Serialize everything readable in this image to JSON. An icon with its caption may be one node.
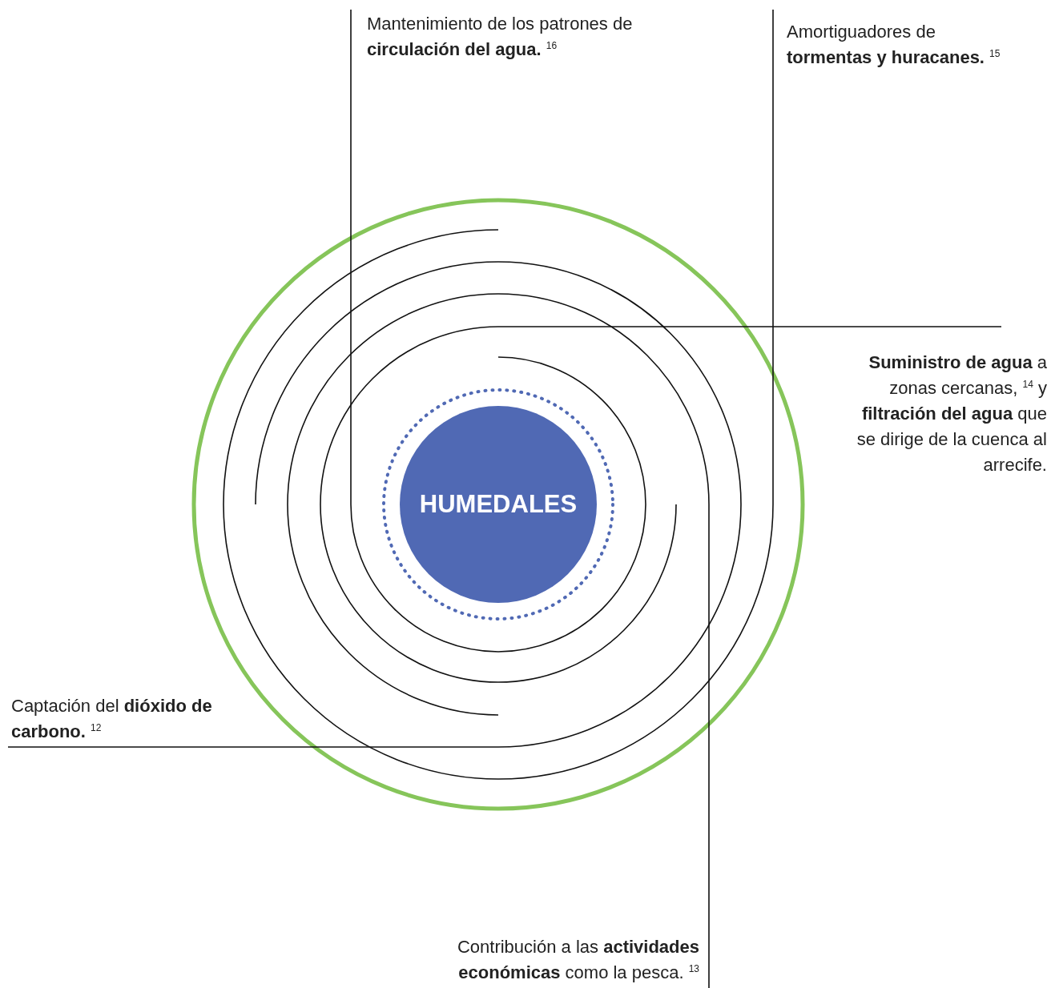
{
  "diagram": {
    "nodes": [
      {
        "text": [
          "Mantenimiento de los patrones de **circulación del agua.** $^{16}$"
        ]
      },
      {
        "text": [
          "Amortiguadores de **tormentas y huracanes.** $^{15}$"
        ]
      },
      {
        "text": [
          "**Suministro de agua** a zonas cercanas, $^{14}$ y **filtración del agua** que se dirige de la cuenca al arrecife."
        ]
      },
      {
        "text": [
          "HUMEDALES"
        ]
      },
      {
        "text": [
          "Captación del  **dióxido de carbono.** $^{12}$"
        ]
      },
      {
        "text": [
          "Contribución a las **actividades económicas** como la pesca. $^{13}$"
        ]
      }
    ],
    "edges": [
      {
        "from": 0,
        "to": null,
        "arrow": "none"
      },
      {
        "from": 1,
        "to": null,
        "arrow": "none"
      },
      {
        "from": 2,
        "to": null,
        "arrow": "none"
      },
      {
        "from": 4,
        "to": null,
        "arrow": "none"
      },
      {
        "from": 5,
        "to": null,
        "arrow": "none"
      }
    ]
  }
}
